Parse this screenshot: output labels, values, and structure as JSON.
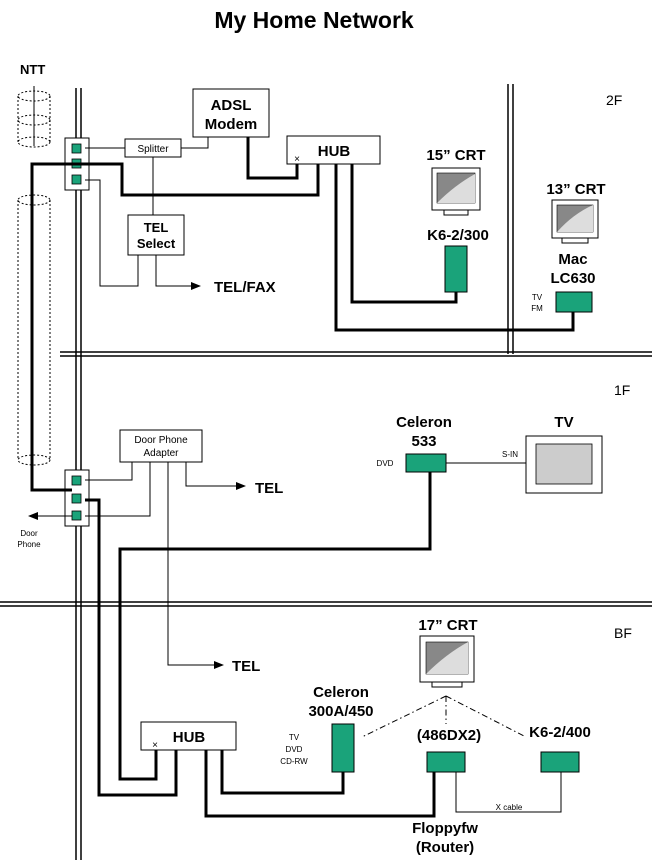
{
  "title": "My Home Network",
  "floors": {
    "f2": "2F",
    "f1": "1F",
    "bf": "BF"
  },
  "labels": {
    "ntt": "NTT",
    "splitter": "Splitter",
    "adsl1": "ADSL",
    "adsl2": "Modem",
    "hub2f": "HUB",
    "tel_sel1": "TEL",
    "tel_sel2": "Select",
    "tel_fax": "TEL/FAX",
    "crt15": "15” CRT",
    "k62_300": "K6-2/300",
    "crt13": "13” CRT",
    "mac1": "Mac",
    "mac2": "LC630",
    "tv_small": "TV",
    "fm_small": "FM",
    "door_adapter1": "Door Phone",
    "door_adapter2": "Adapter",
    "tel_1f": "TEL",
    "door_phone1": "Door",
    "door_phone2": "Phone",
    "celeron533_1": "Celeron",
    "celeron533_2": "533",
    "dvd": "DVD",
    "sin": "S-IN",
    "tv_1f": "TV",
    "crt17": "17” CRT",
    "tel_bf": "TEL",
    "hub_bf": "HUB",
    "celeron300_1": "Celeron",
    "celeron300_2": "300A/450",
    "pc486": "(486DX2)",
    "k62_400": "K6-2/400",
    "bf_tv": "TV",
    "bf_dvd": "DVD",
    "bf_cdrw": "CD-RW",
    "xcable": "X cable",
    "floppy1": "Floppyfw",
    "floppy2": "(Router)",
    "x_mark": "×"
  }
}
